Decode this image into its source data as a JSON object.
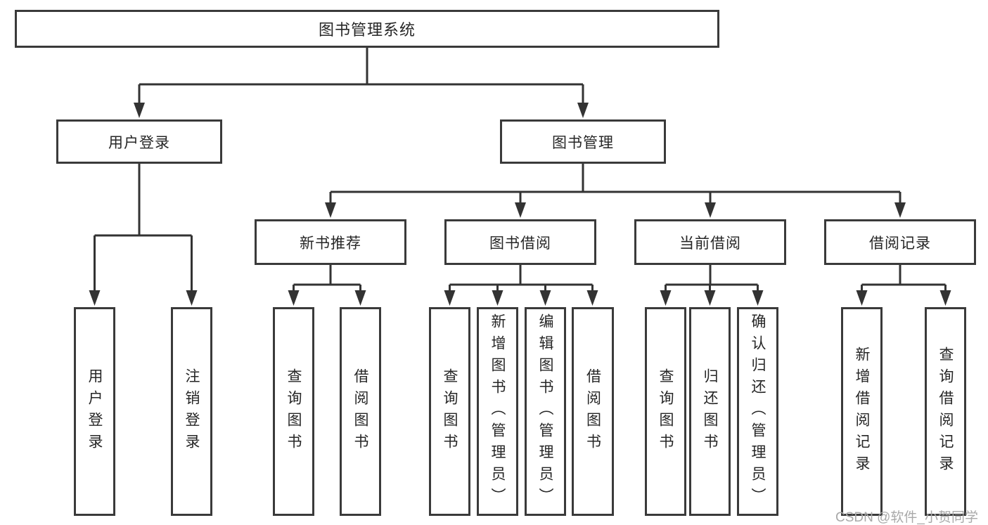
{
  "diagram": {
    "title": "图书管理系统",
    "level2": [
      {
        "label": "用户登录"
      },
      {
        "label": "图书管理"
      }
    ],
    "level3": [
      {
        "label": "新书推荐"
      },
      {
        "label": "图书借阅"
      },
      {
        "label": "当前借阅"
      },
      {
        "label": "借阅记录"
      }
    ],
    "leaves": {
      "user_login": [
        {
          "label": "用户登录"
        },
        {
          "label": "注销登录"
        }
      ],
      "new_book": [
        {
          "label": "查询图书"
        },
        {
          "label": "借阅图书"
        }
      ],
      "book_borrow": [
        {
          "label": "查询图书"
        },
        {
          "label": "新增图书（管理员）"
        },
        {
          "label": "编辑图书（管理员）"
        },
        {
          "label": "借阅图书"
        }
      ],
      "current_borrow": [
        {
          "label": "查询图书"
        },
        {
          "label": "归还图书"
        },
        {
          "label": "确认归还（管理员）"
        }
      ],
      "borrow_records": [
        {
          "label": "新增借阅记录"
        },
        {
          "label": "查询借阅记录"
        }
      ]
    }
  },
  "watermark": {
    "text": "CSDN @软件_小贺同学"
  },
  "colors": {
    "line": "#333333",
    "box_border": "#3a3a3a",
    "text": "#262626",
    "watermark": "#a9a9a9",
    "background": "#ffffff"
  }
}
